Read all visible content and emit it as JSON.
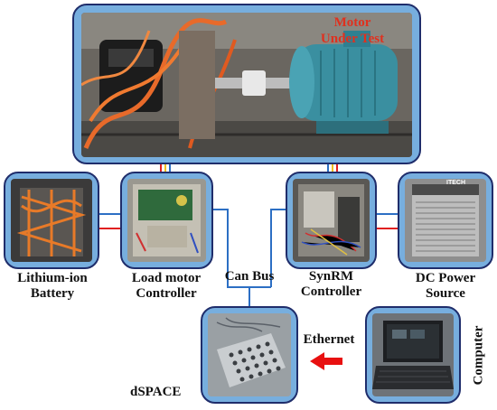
{
  "labels": {
    "motor_line1": "Motor",
    "motor_line2": "Under Test",
    "battery_line1": "Lithium-ion",
    "battery_line2": "Battery",
    "load_ctrl_line1": "Load motor",
    "load_ctrl_line2": "Controller",
    "can_bus": "Can Bus",
    "synrm_line1": "SynRM",
    "synrm_line2": "Controller",
    "dc_line1": "DC Power",
    "dc_line2": "Source",
    "ethernet": "Ethernet",
    "dspace": "dSPACE",
    "computer": "Computer",
    "itech_badge": "ITECH"
  },
  "colors": {
    "panel_fill": "#77aede",
    "panel_border": "#1f2d6b",
    "wire_blue": "#2c6fc4",
    "wire_red": "#e02020",
    "wire_yellow": "#f0c020",
    "arrow_red": "#e81010",
    "motor_label": "#e0301e"
  },
  "icons": {
    "ethernet_arrow": "arrow-left-icon"
  }
}
